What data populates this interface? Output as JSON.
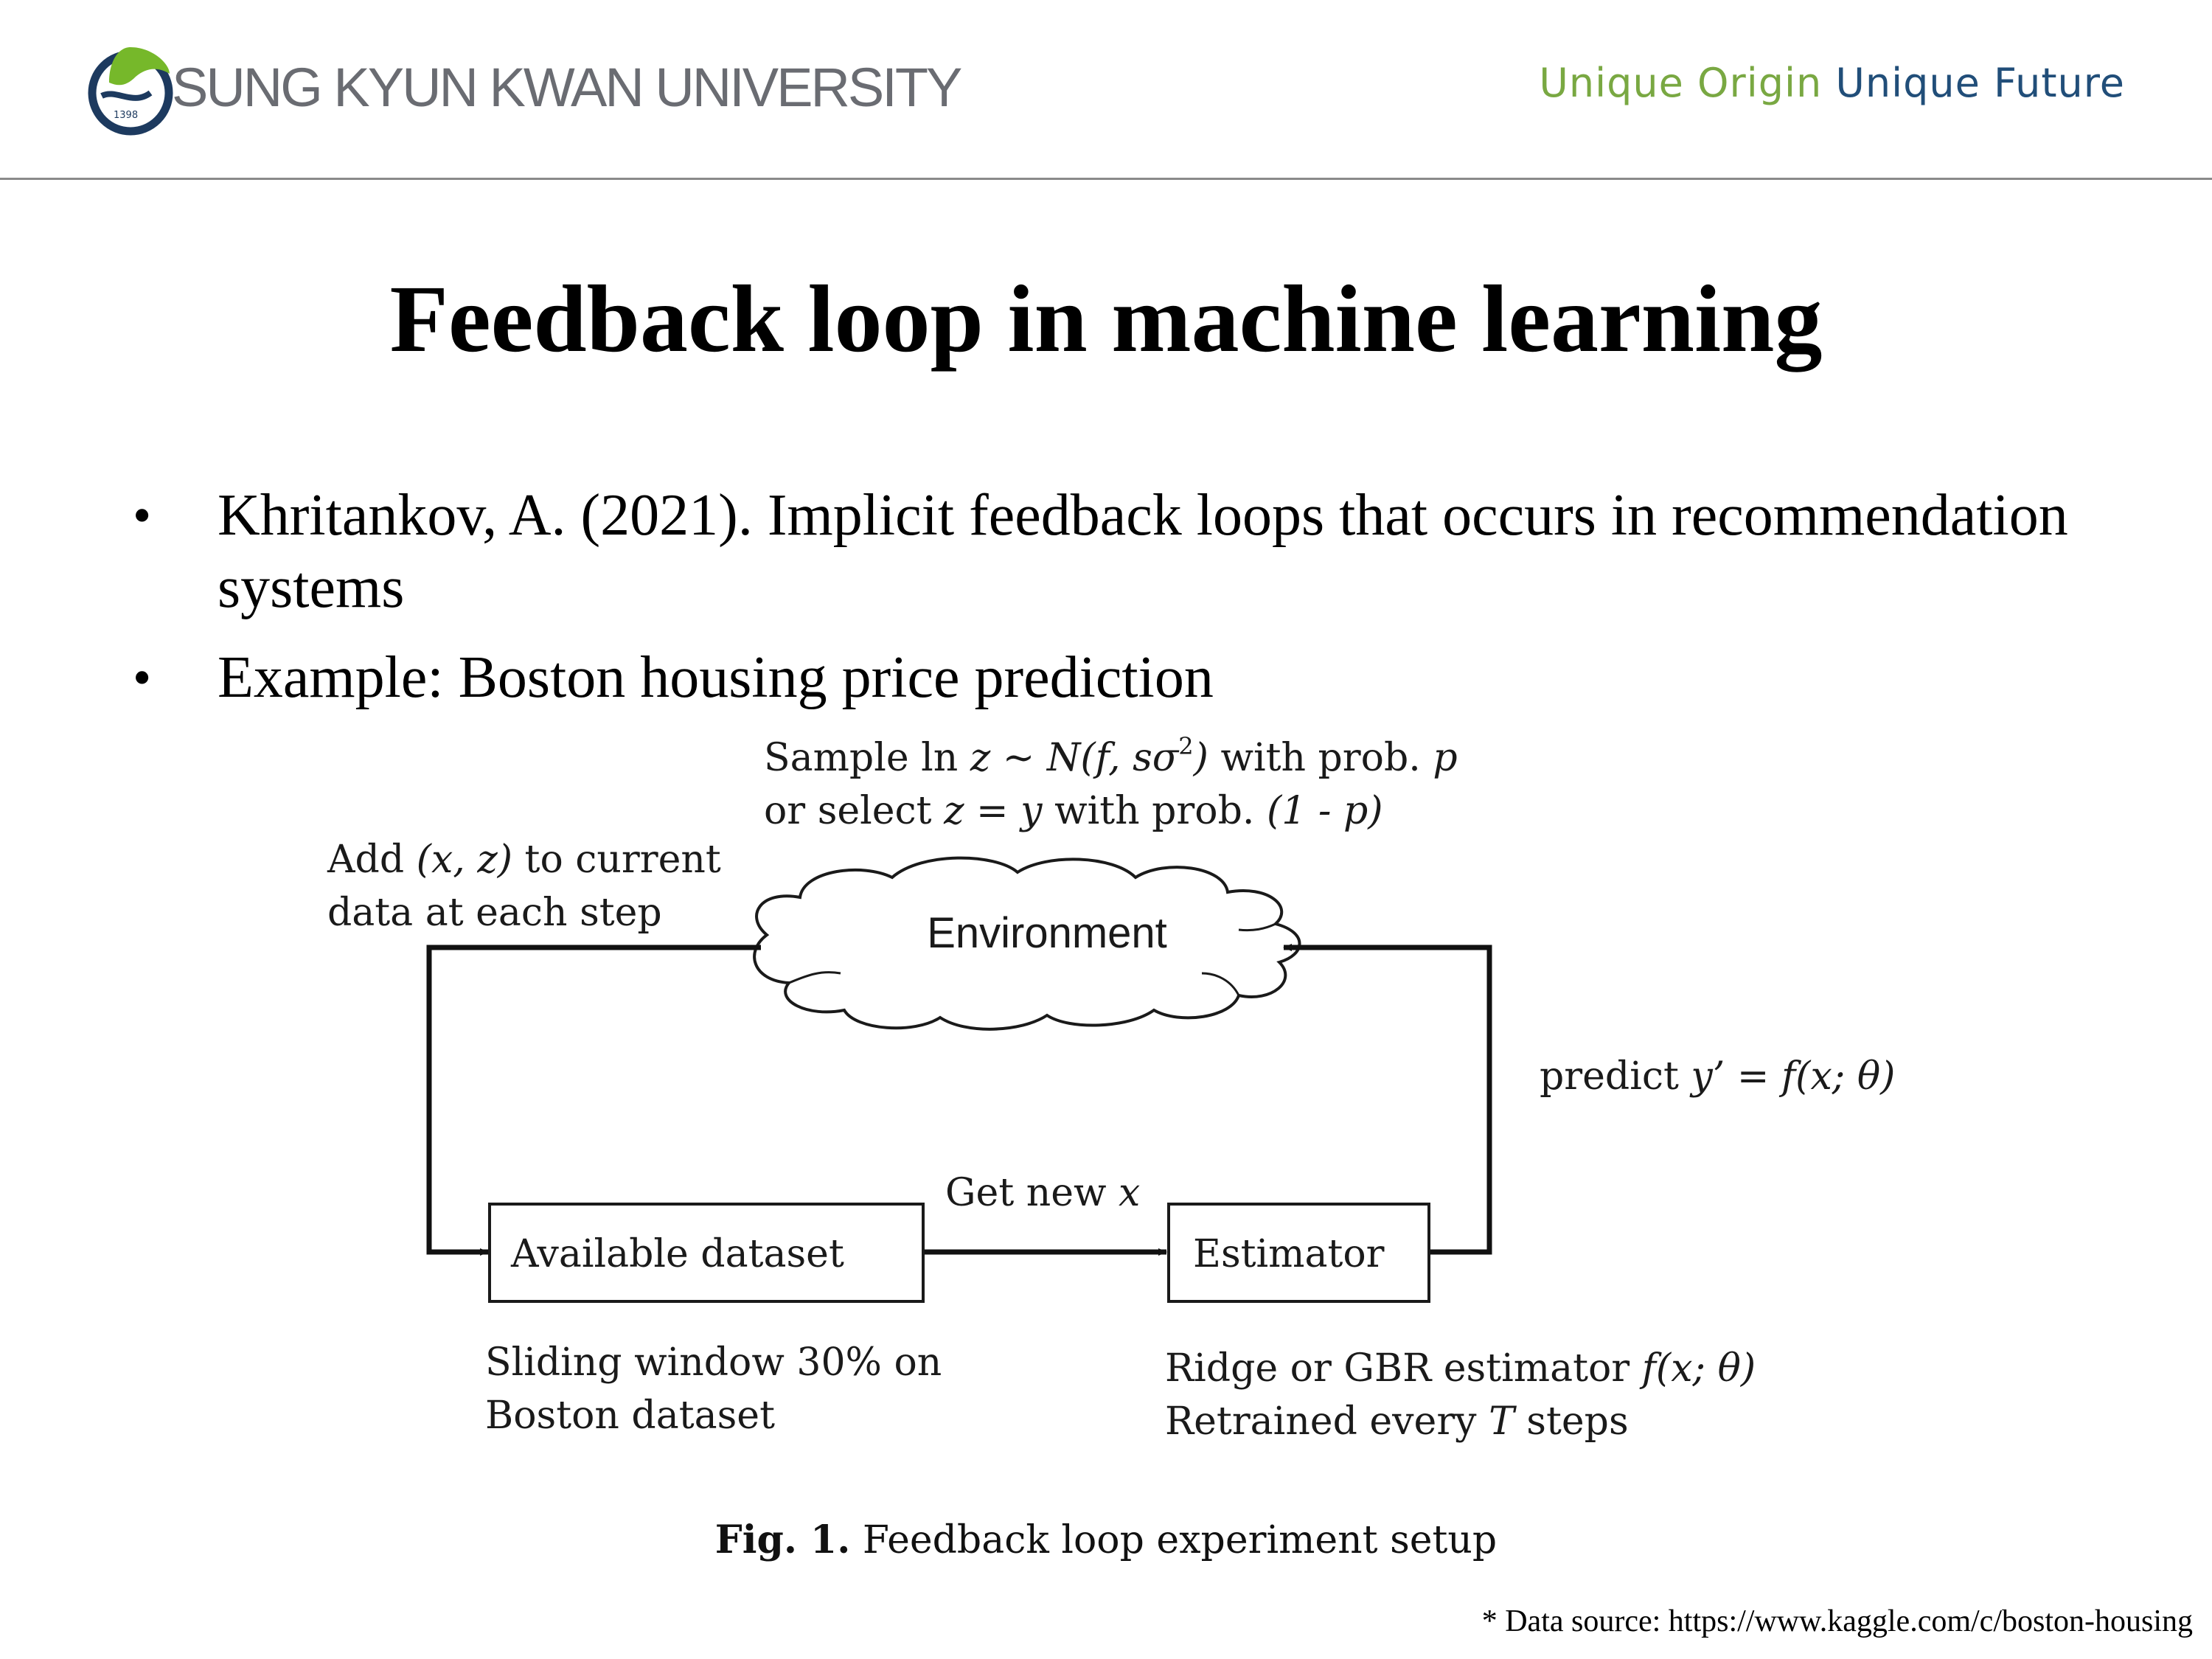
{
  "header": {
    "logo_text": "SUNG KYUN KWAN UNIVERSITY",
    "logo_year": "1398",
    "tagline_part1": "Unique Origin",
    "tagline_part2": "Unique Future",
    "colors": {
      "tagline_green": "#79a842",
      "tagline_blue": "#214e79",
      "logo_green": "#76b82a",
      "logo_navy": "#1d3a5f"
    }
  },
  "slide": {
    "title": "Feedback loop in machine learning",
    "bullets": [
      {
        "text": "Khritankov, A. (2021). Implicit feedback loops that occurs in recommendation systems"
      },
      {
        "text": "Example: Boston housing price prediction"
      }
    ]
  },
  "diagram": {
    "environment_label": "Environment",
    "dataset_label": "Available dataset",
    "estimator_label": "Estimator",
    "sample_note": {
      "line1_a": "Sample ln ",
      "line1_b": "z",
      "line1_c": " ~ ",
      "line1_d": "N(f, sσ",
      "line1_sup": "2",
      "line1_e": ")",
      "line1_f": " with prob. ",
      "line1_g": "p",
      "line2_a": "or select ",
      "line2_b": "z",
      "line2_c": " = ",
      "line2_d": "y",
      "line2_e": " with prob. ",
      "line2_f": "(1 - p)"
    },
    "add_note": {
      "line1_a": "Add ",
      "line1_b": "(x, z)",
      "line1_c": " to current",
      "line2": "data at each step"
    },
    "predict_note": {
      "a": "predict ",
      "b": "y’",
      "c": " = ",
      "d": "f(x; θ)"
    },
    "get_new_note": {
      "a": "Get new ",
      "b": "x"
    },
    "window_note": {
      "line1": "Sliding window 30% on",
      "line2": "Boston dataset"
    },
    "estimator_note": {
      "line1_a": "Ridge or GBR estimator ",
      "line1_b": "f(x; θ)",
      "line2_a": "Retrained every ",
      "line2_b": "T",
      "line2_c": " steps"
    }
  },
  "caption": {
    "label": "Fig. 1.",
    "text": "Feedback loop experiment setup"
  },
  "source": "* Data source: https://www.kaggle.com/c/boston-housing"
}
